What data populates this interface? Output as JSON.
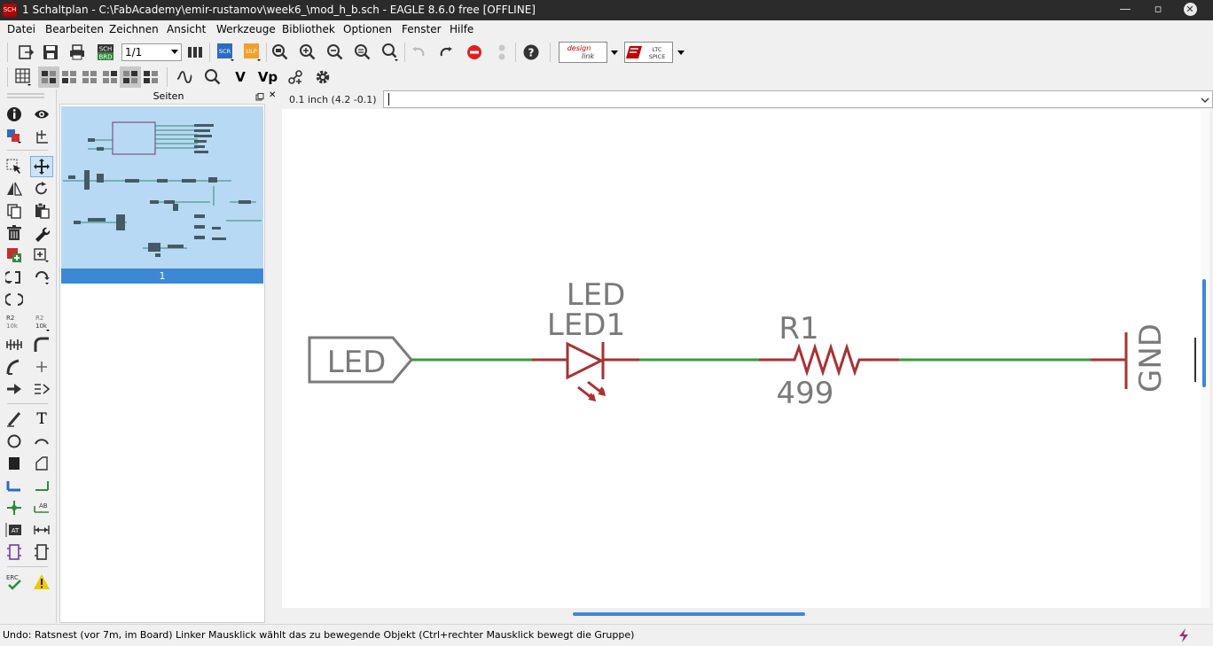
{
  "window": {
    "app_icon_text": "SCH",
    "title": "1 Schaltplan - C:\\FabAcademy\\emir-rustamov\\week6_\\mod_h_b.sch - EAGLE 8.6.0 free [OFFLINE]",
    "minimize": "—",
    "maximize": "▫",
    "close": "✕"
  },
  "menu": [
    "Datei",
    "Bearbeiten",
    "Zeichnen",
    "Ansicht",
    "Werkzeuge",
    "Bibliothek",
    "Optionen",
    "Fenster",
    "Hilfe"
  ],
  "toolbar": {
    "sheet_selector": "1/1",
    "scr_label": "SCR",
    "ulp_label": "ULP",
    "sch_brd_top": "SCH",
    "sch_brd_bottom": "BRD",
    "designlink_line1": "design",
    "designlink_line2": "link",
    "ltspice_line1": "LTC",
    "ltspice_line2": "SPICE",
    "value_glyph": "V",
    "value_sub_glyph": "Vp"
  },
  "left_tools": {
    "name_top": "R2",
    "name_bottom": "10k",
    "value_top": "R2",
    "value_bottom": "10k",
    "text_glyph": "T",
    "label_glyph": "AB",
    "attr_glyph": "AT",
    "erc_label": "ERC"
  },
  "pages": {
    "header": "Seiten",
    "page_label": "1"
  },
  "command": {
    "coordinates": "0.1 inch (4.2 -0.1)",
    "input_value": ""
  },
  "schematic": {
    "port_label": "LED",
    "led_value": "LED",
    "led_name": "LED1",
    "resistor_name": "R1",
    "resistor_value": "499",
    "gnd_label": "GND",
    "colors": {
      "net": "#3a9a3a",
      "part": "#a83232",
      "text": "#7a7a7a",
      "outline": "#7a7a7a"
    }
  },
  "status": {
    "text": "Undo: Ratsnest (vor 7m, im Board) Linker Mausklick wählt das zu bewegende Objekt (Ctrl+rechter Mausklick bewegt die Gruppe)"
  }
}
